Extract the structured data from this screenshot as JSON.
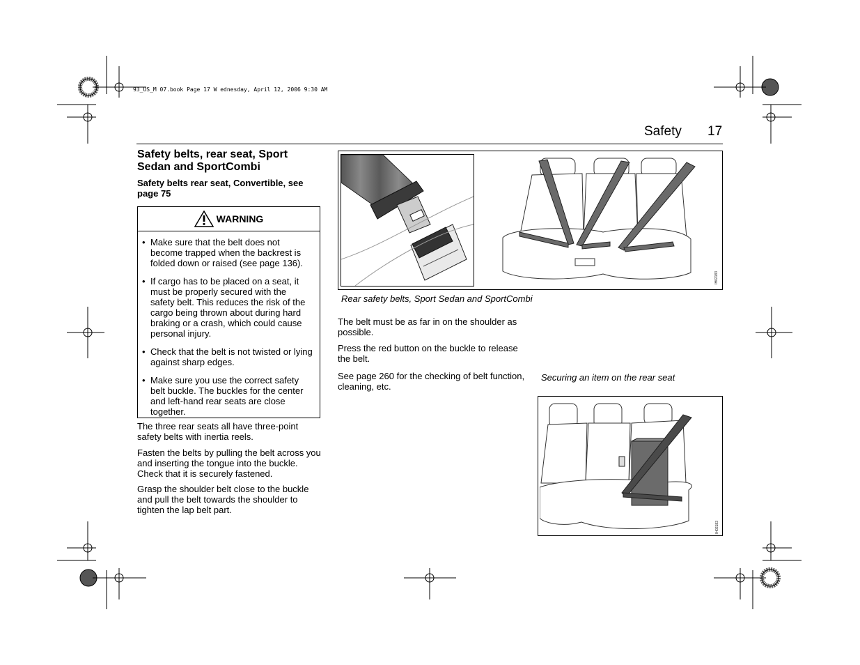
{
  "print_info": "93_US_M 07.book Page 17 W ednesday, April 12, 2006 9:30 AM",
  "header": {
    "section": "Safety",
    "page_number": "17"
  },
  "left_column": {
    "title": "Safety belts, rear seat, Sport Sedan and SportCombi",
    "subtitle": "Safety belts rear seat, Convertible, see page 75",
    "warning": {
      "label": "WARNING",
      "items": [
        "Make sure that the belt does not become trapped when the backrest is folded down or raised (see page 136).",
        "If cargo has to be placed on a seat, it must be properly secured with the safety belt. This reduces the risk of the cargo being thrown about during hard braking or a crash, which could cause personal injury.",
        "Check that the belt is not twisted or lying against sharp edges.",
        "Make sure you use the correct safety belt buckle. The buckles for the center and left-hand rear seats are close together."
      ]
    },
    "paragraphs": [
      "The three rear seats all have three-point safety belts with inertia reels.",
      "Fasten the belts by pulling the belt across you and inserting the tongue into the buckle. Check that it is securely fastened.",
      "Grasp the shoulder belt close to the buckle and pull the belt towards the shoulder to tighten the lap belt part."
    ]
  },
  "figure_top": {
    "caption": "Rear safety belts, Sport Sedan and SportCombi",
    "code": "IH02183"
  },
  "middle_column": {
    "paragraphs": [
      "The belt must be as far in on the shoulder as possible.",
      "Press the red button on the buckle to release the belt.",
      "See page 260 for the checking of belt function, cleaning, etc."
    ]
  },
  "figure_bottom": {
    "caption": "Securing an item on the rear seat",
    "code": "IH02183"
  },
  "colors": {
    "text": "#000000",
    "belt": "#5a5a5a",
    "figure_line": "#333333"
  }
}
